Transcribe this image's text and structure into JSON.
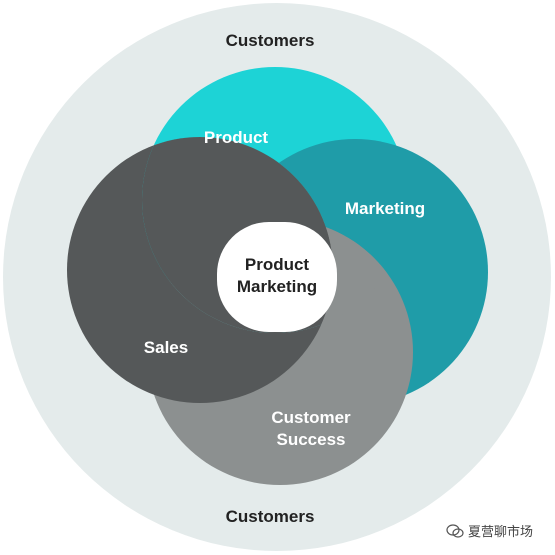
{
  "diagram": {
    "outer": {
      "top_label": "Customers",
      "bottom_label": "Customers"
    },
    "circles": {
      "product": {
        "label": "Product"
      },
      "marketing": {
        "label": "Marketing"
      },
      "sales": {
        "label": "Sales"
      },
      "customer_success": {
        "label_line1": "Customer",
        "label_line2": "Success"
      }
    },
    "center": {
      "line1": "Product",
      "line2": "Marketing"
    }
  },
  "watermark": {
    "text": "夏营聊市场"
  },
  "colors": {
    "outer_ring": "#e4ebeb",
    "product": "#1dd3d6",
    "marketing": "#1f9ca8",
    "sales": "#555859",
    "customer_success": "#8c9090",
    "center": "#ffffff",
    "label_dark": "#222222",
    "label_light": "#ffffff"
  }
}
